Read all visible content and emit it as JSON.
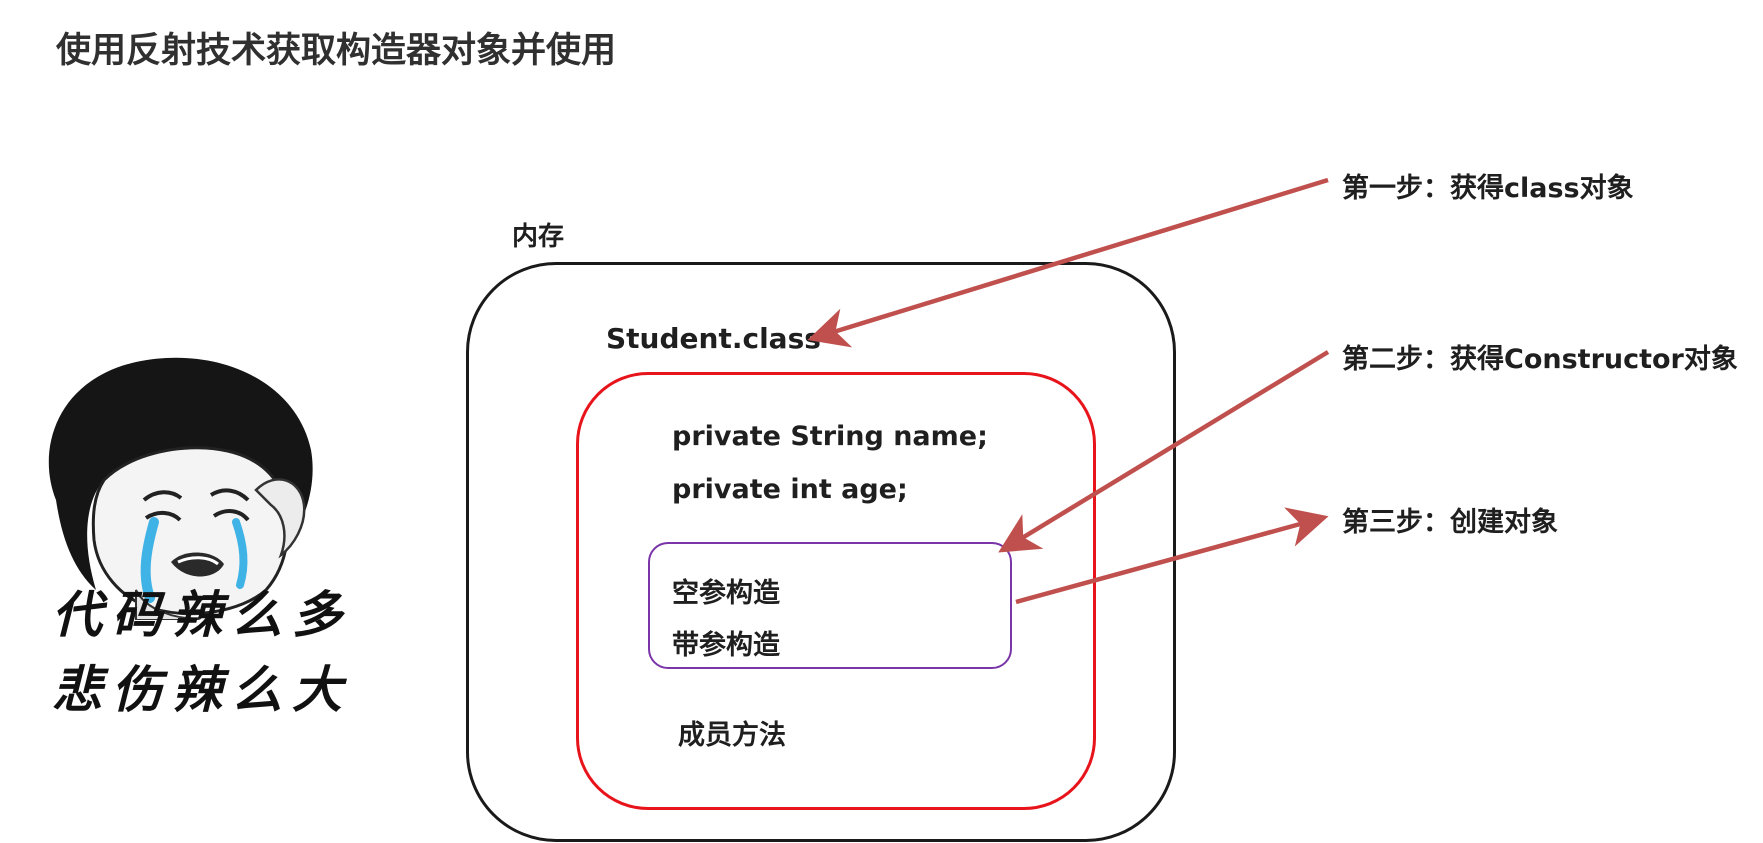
{
  "title": "使用反射技术获取构造器对象并使用",
  "memory_label": "内存",
  "class_name": "Student.class",
  "fields": [
    "private String name;",
    "private int age;"
  ],
  "constructors": [
    "空参构造",
    "带参构造"
  ],
  "methods_label": "成员方法",
  "steps": {
    "step1": "第一步：获得class对象",
    "step2": "第二步：获得Constructor对象",
    "step3": "第三步：创建对象"
  },
  "meme": {
    "line1": "代码辣么多",
    "line2": "悲伤辣么大"
  },
  "colors": {
    "arrow": "#c0504d",
    "class_box_border": "#e8141b",
    "constructor_box_border": "#7a35a8",
    "memory_box_border": "#1a1a1a",
    "tears": "#3fb3e6"
  }
}
